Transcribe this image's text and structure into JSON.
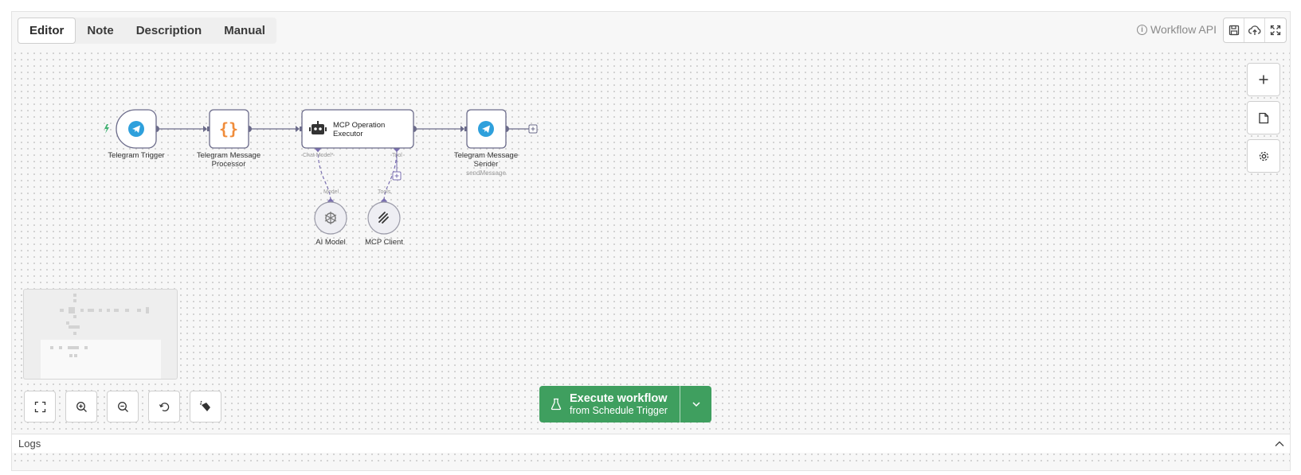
{
  "tabs": [
    {
      "label": "Editor",
      "active": true
    },
    {
      "label": "Note",
      "active": false
    },
    {
      "label": "Description",
      "active": false
    },
    {
      "label": "Manual",
      "active": false
    }
  ],
  "header": {
    "workflow_api": "Workflow API",
    "toolbar_icons": [
      "save-icon",
      "cloud-upload-icon",
      "fullscreen-icon"
    ]
  },
  "nodes": {
    "telegram_trigger": "Telegram Trigger",
    "message_processor_l1": "Telegram Message",
    "message_processor_l2": "Processor",
    "executor_l1": "MCP Operation",
    "executor_l2": "Executor",
    "sender_l1": "Telegram Message",
    "sender_l2": "Sender",
    "sender_sub": "sendMessage",
    "ai_model": "AI Model",
    "mcp_client": "MCP Client"
  },
  "ports": {
    "chat_model": "Chat Model*",
    "tool": "Tool",
    "model": "Model",
    "tools": "Tools"
  },
  "side_buttons": [
    "plus-icon",
    "sticky-note-icon",
    "settings-icon"
  ],
  "zoom_controls": [
    "fit-view-icon",
    "zoom-in-icon",
    "zoom-out-icon",
    "reset-zoom-icon",
    "tidy-up-icon"
  ],
  "execute": {
    "line1": "Execute workflow",
    "line2": "from Schedule Trigger"
  },
  "logs": {
    "label": "Logs"
  },
  "colors": {
    "execute_green": "#3f9f5f",
    "connector": "#6b6b8a",
    "sub_connector": "#7a6fb0",
    "telegram_blue": "#2ea0dc",
    "code_orange": "#f08c3a"
  }
}
